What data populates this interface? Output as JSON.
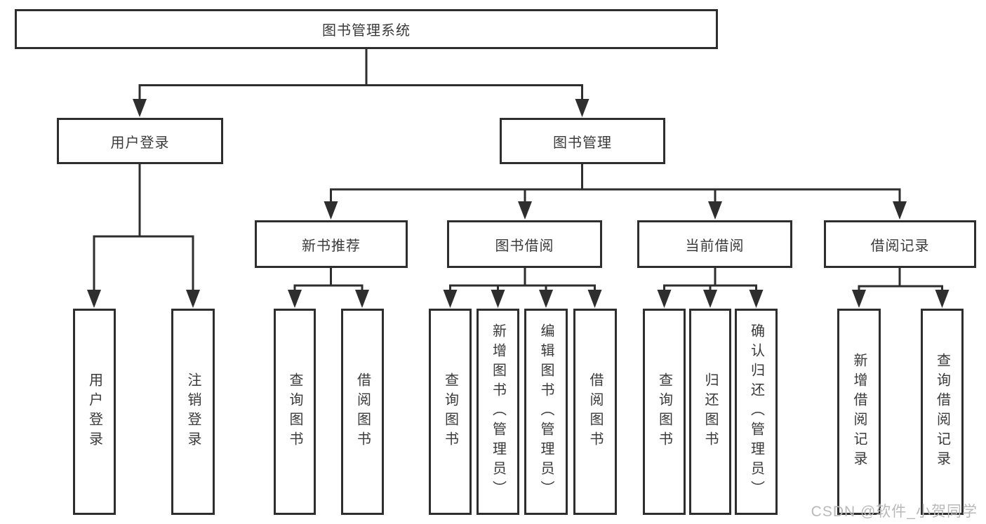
{
  "tree": {
    "label": "图书管理系统",
    "children": [
      {
        "label": "用户登录",
        "children": [
          {
            "label": "用户登录"
          },
          {
            "label": "注销登录"
          }
        ]
      },
      {
        "label": "图书管理",
        "children": [
          {
            "label": "新书推荐",
            "children": [
              {
                "label": "查询图书"
              },
              {
                "label": "借阅图书"
              }
            ]
          },
          {
            "label": "图书借阅",
            "children": [
              {
                "label": "查询图书"
              },
              {
                "label": "新增图书（管理员）"
              },
              {
                "label": "编辑图书（管理员）"
              },
              {
                "label": "借阅图书"
              }
            ]
          },
          {
            "label": "当前借阅",
            "children": [
              {
                "label": "查询图书"
              },
              {
                "label": "归还图书"
              },
              {
                "label": "确认归还（管理员）"
              }
            ]
          },
          {
            "label": "借阅记录",
            "children": [
              {
                "label": "新增借阅记录"
              },
              {
                "label": "查询借阅记录"
              }
            ]
          }
        ]
      }
    ]
  },
  "watermark": "CSDN @软件_小贺同学",
  "colors": {
    "line": "#2e2e2e",
    "text": "#3a3a3a",
    "watermark": "#b9b9b9",
    "background": "#ffffff"
  }
}
